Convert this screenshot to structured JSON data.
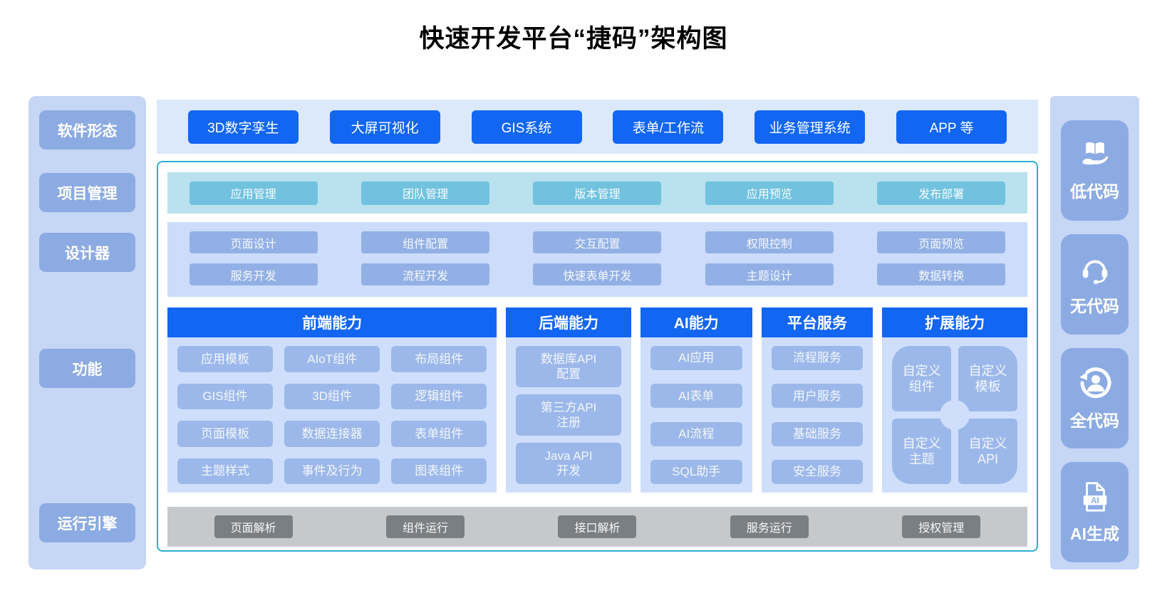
{
  "title": "快速开发平台“捷码”架构图",
  "left_sidebar": {
    "items": [
      "软件形态",
      "项目管理",
      "设计器",
      "功能",
      "运行引擎"
    ]
  },
  "software_forms": {
    "items": [
      "3D数字孪生",
      "大屏可视化",
      "GIS系统",
      "表单/工作流",
      "业务管理系统",
      "APP 等"
    ]
  },
  "project_management": {
    "items": [
      "应用管理",
      "团队管理",
      "版本管理",
      "应用预览",
      "发布部署"
    ]
  },
  "designer": {
    "row1": [
      "页面设计",
      "组件配置",
      "交互配置",
      "权限控制",
      "页面预览"
    ],
    "row2": [
      "服务开发",
      "流程开发",
      "快速表单开发",
      "主题设计",
      "数据转换"
    ]
  },
  "capabilities": {
    "frontend": {
      "title": "前端能力",
      "items": [
        "应用模板",
        "AIoT组件",
        "布局组件",
        "GIS组件",
        "3D组件",
        "逻辑组件",
        "页面模板",
        "数据连接器",
        "表单组件",
        "主题样式",
        "事件及行为",
        "图表组件"
      ]
    },
    "backend": {
      "title": "后端能力",
      "items": [
        "数据库API\n配置",
        "第三方API\n注册",
        "Java API\n开发"
      ]
    },
    "ai": {
      "title": "AI能力",
      "items": [
        "AI应用",
        "AI表单",
        "AI流程",
        "SQL助手"
      ]
    },
    "platform": {
      "title": "平台服务",
      "items": [
        "流程服务",
        "用户服务",
        "基础服务",
        "安全服务"
      ]
    },
    "extension": {
      "title": "扩展能力",
      "items": [
        "自定义\n组件",
        "自定义\n模板",
        "自定义\n主题",
        "自定义\nAPI"
      ]
    }
  },
  "runtime_engine": {
    "items": [
      "页面解析",
      "组件运行",
      "接口解析",
      "服务运行",
      "授权管理"
    ]
  },
  "right_sidebar": {
    "cards": [
      {
        "label": "低代码",
        "icon": "book-hand-icon"
      },
      {
        "label": "无代码",
        "icon": "headset-icon"
      },
      {
        "label": "全代码",
        "icon": "person-sync-icon"
      },
      {
        "label": "AI生成",
        "icon": "ai-file-icon"
      }
    ]
  },
  "colors": {
    "accent_blue": "#1266f1",
    "panel_blue": "#c6d6f5",
    "card_blue": "#8cabe3",
    "teal_band": "#b9e1ee",
    "teal_button": "#71c2de",
    "light_band": "#ccdcfa",
    "tile_blue": "#9cb8ea",
    "gray_band": "#c6c9cb",
    "gray_button": "#7a7f83",
    "box_border": "#2fadd2"
  }
}
